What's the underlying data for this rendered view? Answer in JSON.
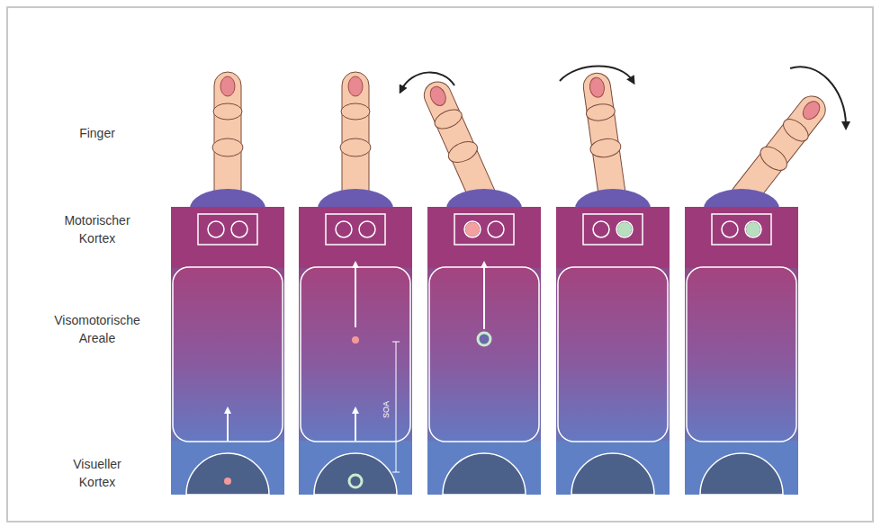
{
  "diagram": {
    "labels": [
      "Finger",
      "Motorischer Kortex",
      "Visomotorische Areale",
      "Visueller Kortex",
      "SOA"
    ]
  }
}
